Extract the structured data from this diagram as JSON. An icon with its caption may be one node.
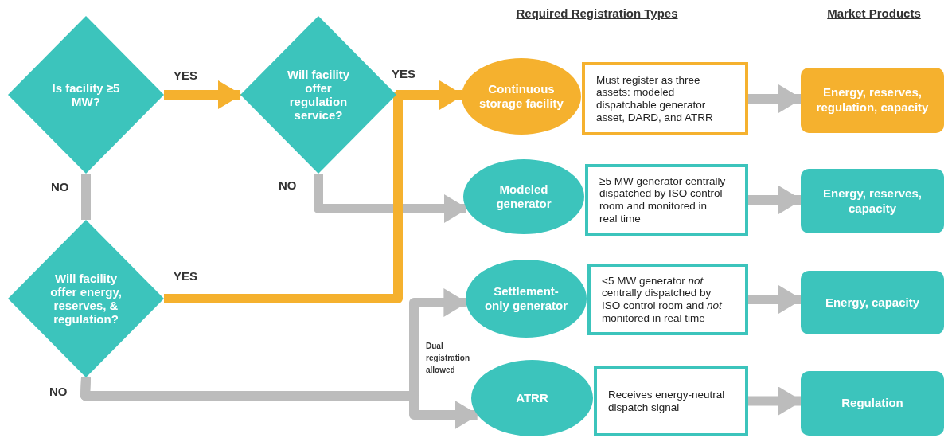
{
  "diagram": {
    "nodes": [
      {
        "text": [
          "Is facility ≥5 MW?"
        ]
      },
      {
        "text": [
          "Will facility offer regulation service?"
        ]
      },
      {
        "text": [
          "Will facility offer energy, reserves, & regulation?"
        ]
      },
      {
        "text": [
          "Continuous storage facility"
        ]
      },
      {
        "text": [
          "Must register as three assets: modeled dispatchable generator asset, DARD, and ATRR"
        ]
      },
      {
        "text": [
          "Modeled generator"
        ]
      },
      {
        "text": [
          "≥5 MW generator centrally dispatched by ISO control room and monitored in real time"
        ]
      },
      {
        "text": [
          "Settlement-only generator"
        ]
      },
      {
        "text": [
          "<5 MW generator *not* centrally dispatched by ISO control room and *not* monitored in real time"
        ]
      },
      {
        "text": [
          "ATRR"
        ]
      },
      {
        "text": [
          "Receives energy-neutral dispatch signal"
        ]
      },
      {
        "text": [
          "Energy, reserves, regulation, capacity"
        ]
      },
      {
        "text": [
          "Energy, reserves, capacity"
        ]
      },
      {
        "text": [
          "Energy, capacity"
        ]
      },
      {
        "text": [
          "Regulation"
        ]
      }
    ],
    "edges": [
      {
        "from": 0,
        "to": 1,
        "arrow": "to",
        "label": "YES",
        "color": "#f5b12e"
      },
      {
        "from": 1,
        "to": 3,
        "arrow": "to",
        "label": "YES",
        "color": "#f5b12e"
      },
      {
        "from": 0,
        "to": 2,
        "arrow": "none",
        "label": "NO"
      },
      {
        "from": 1,
        "to": 5,
        "arrow": "to",
        "label": "NO"
      },
      {
        "from": 2,
        "to": 3,
        "arrow": "to",
        "label": "YES",
        "color": "#f5b12e"
      },
      {
        "from": 2,
        "to": 7,
        "arrow": "to"
      },
      {
        "from": 2,
        "to": 9,
        "arrow": "to",
        "label": "NO"
      },
      {
        "from": 4,
        "to": 11,
        "arrow": "to"
      },
      {
        "from": 6,
        "to": 12,
        "arrow": "to"
      },
      {
        "from": 8,
        "to": 13,
        "arrow": "to"
      },
      {
        "from": 10,
        "to": 14,
        "arrow": "to"
      }
    ],
    "labels": [
      "Required Registration Types",
      "Market Products",
      "Dual registration allowed"
    ]
  }
}
